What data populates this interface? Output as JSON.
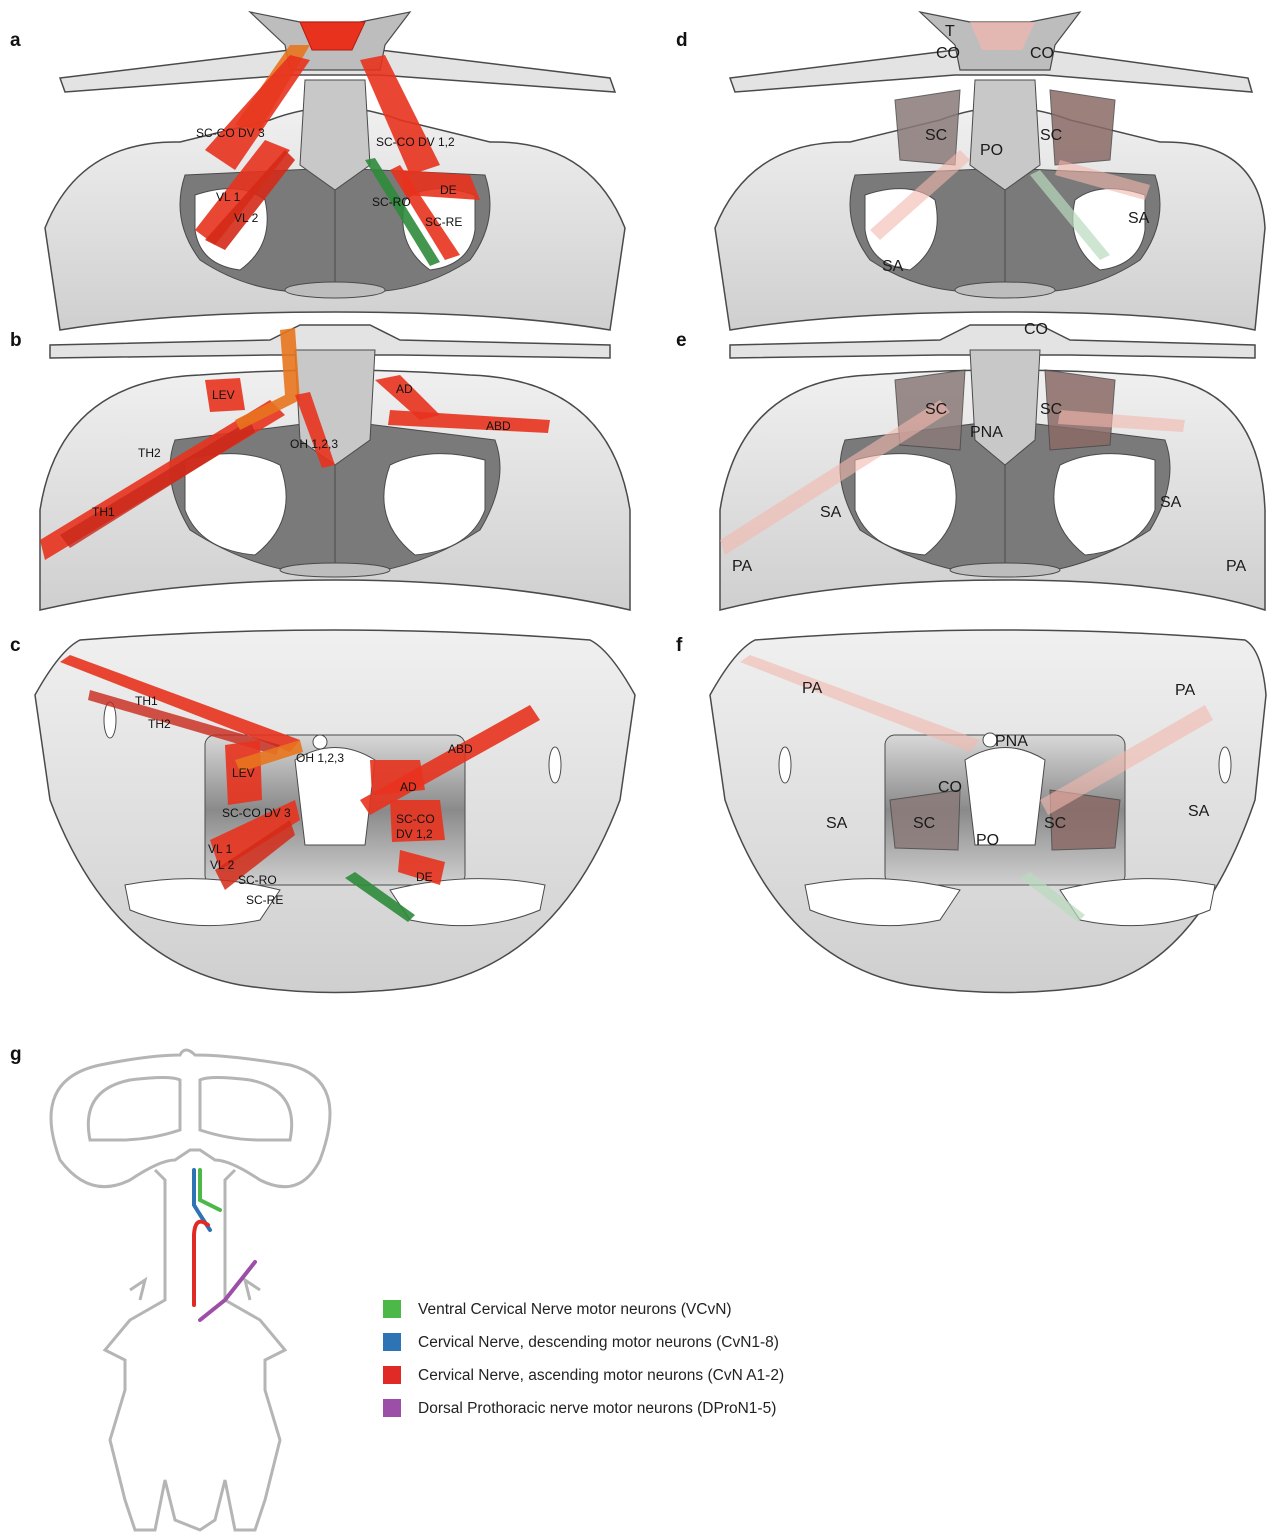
{
  "colors": {
    "muscle": "#e8321e",
    "muscle_dark": "#b51c10",
    "muscle_orange": "#e8741e",
    "nerve_green": "#2e8b3a",
    "cuticle": "#e6e6e6",
    "cuticle_dark": "#8a8a8a",
    "outline": "#4a4a4a",
    "faded_muscle": "#f4b7ae",
    "legend_green": "#4cb848",
    "legend_blue": "#2e74b5",
    "legend_red": "#e02a26",
    "legend_purple": "#9b4fa6"
  },
  "panels": {
    "a": {
      "label": "a",
      "muscles": [
        "SC-CO DV 3",
        "SC-CO DV 1,2",
        "VL 1",
        "VL 2",
        "DE",
        "SC-RO",
        "SC-RE"
      ]
    },
    "b": {
      "label": "b",
      "muscles": [
        "LEV",
        "AD",
        "ABD",
        "TH2",
        "OH 1,2,3",
        "TH1"
      ]
    },
    "c": {
      "label": "c",
      "muscles": [
        "TH1",
        "TH2",
        "OH 1,2,3",
        "ABD",
        "LEV",
        "AD",
        "SC-CO DV 3",
        "SC-CO",
        "DV 1,2",
        "VL 1",
        "VL 2",
        "SC-RO",
        "DE",
        "SC-RE"
      ]
    },
    "d": {
      "label": "d",
      "structures": [
        "T",
        "CO",
        "CO",
        "SC",
        "SC",
        "PO",
        "SA",
        "SA"
      ]
    },
    "e": {
      "label": "e",
      "structures": [
        "CO",
        "SC",
        "SC",
        "PNA",
        "SA",
        "SA",
        "PA",
        "PA"
      ]
    },
    "f": {
      "label": "f",
      "structures": [
        "PA",
        "PA",
        "PNA",
        "CO",
        "SC",
        "SC",
        "PO",
        "SA",
        "SA"
      ]
    },
    "g": {
      "label": "g"
    }
  },
  "legend": [
    {
      "color_key": "legend_green",
      "text": "Ventral Cervical Nerve motor neurons (VCvN)"
    },
    {
      "color_key": "legend_blue",
      "text": "Cervical Nerve, descending motor neurons (CvN1-8)"
    },
    {
      "color_key": "legend_red",
      "text": "Cervical Nerve, ascending motor neurons (CvN A1-2)"
    },
    {
      "color_key": "legend_purple",
      "text": "Dorsal Prothoracic nerve motor neurons (DProN1-5)"
    }
  ]
}
